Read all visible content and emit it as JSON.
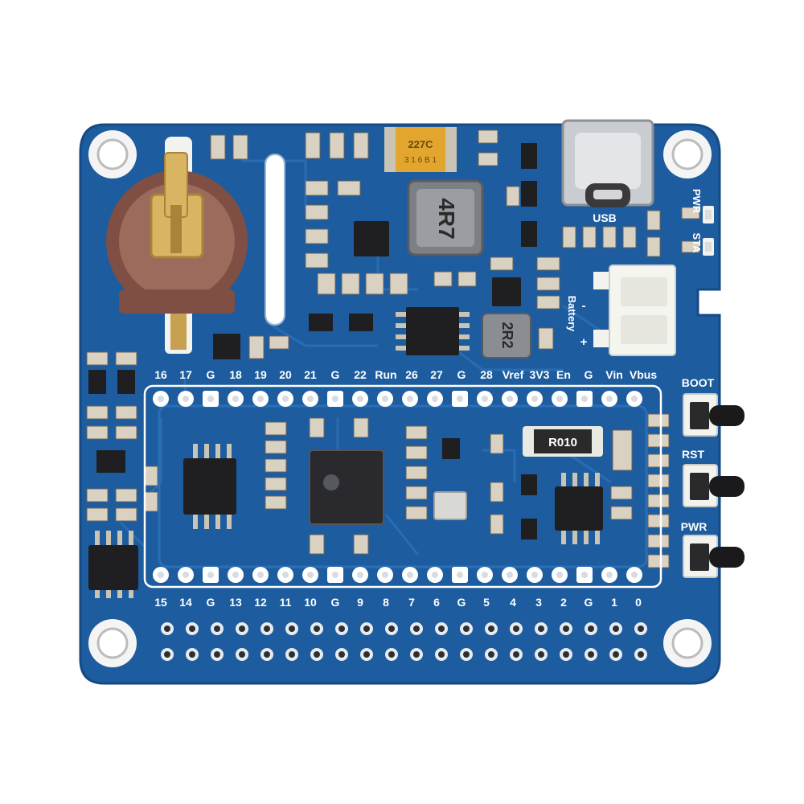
{
  "colors": {
    "pcb": "#1d5c9e",
    "pcb_dark": "#164a85",
    "trace": "#2a6fb5",
    "silk": "#ffffff",
    "copper": "#c8a052",
    "chip": "#1f1f22",
    "battery_holder": "#8b5a4c",
    "connector": "#f2f2ee",
    "tantalum": "#e2a52d",
    "resistor": "#2a2a2a",
    "passive": "#d9d2c3"
  },
  "top_pins": [
    "16",
    "17",
    "G",
    "18",
    "19",
    "20",
    "21",
    "G",
    "22",
    "Run",
    "26",
    "27",
    "G",
    "28",
    "Vref",
    "3V3",
    "En",
    "G",
    "Vin",
    "Vbus"
  ],
  "bottom_pins": [
    "15",
    "14",
    "G",
    "13",
    "12",
    "11",
    "10",
    "G",
    "9",
    "8",
    "7",
    "6",
    "G",
    "5",
    "4",
    "3",
    "2",
    "G",
    "1",
    "0"
  ],
  "labels": {
    "usb": "USB",
    "pwr_led": "PWR",
    "sta_led": "STA",
    "battery": "Battery",
    "batt_minus": "-",
    "batt_plus": "+",
    "boot": "BOOT",
    "rst": "RST",
    "pwr_button": "PWR"
  },
  "component_text": {
    "tantalum_cap": "227C",
    "tantalum_code": "3 1 6 B 1",
    "inductor_main": "4R7",
    "inductor_small": "2R2",
    "shunt_resistor": "R010"
  }
}
